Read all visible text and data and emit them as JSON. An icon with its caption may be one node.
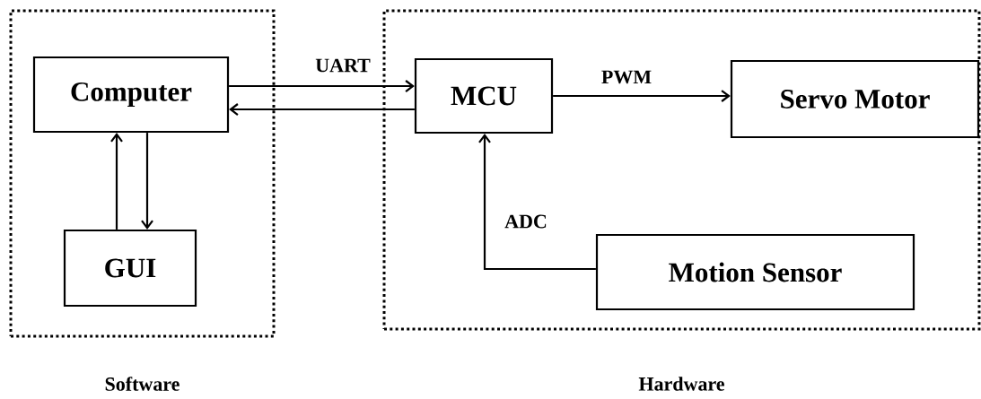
{
  "diagram": {
    "nodes": [
      {
        "text": [
          "Software"
        ]
      },
      {
        "text": [
          "Computer"
        ],
        "in": 0
      },
      {
        "text": [
          "GUI"
        ],
        "in": 0
      },
      {
        "text": [
          "Hardware"
        ]
      },
      {
        "text": [
          "MCU"
        ],
        "in": 3
      },
      {
        "text": [
          "Servo Motor"
        ],
        "in": 3
      },
      {
        "text": [
          "Motion Sensor"
        ],
        "in": 3
      }
    ],
    "edges": [
      {
        "from": 1,
        "to": 4,
        "arrow": "to",
        "label": "UART"
      },
      {
        "from": 4,
        "to": 1,
        "arrow": "to"
      },
      {
        "from": 2,
        "to": 1,
        "arrow": "to"
      },
      {
        "from": 1,
        "to": 2,
        "arrow": "to"
      },
      {
        "from": 4,
        "to": 5,
        "arrow": "to",
        "label": "PWM"
      },
      {
        "from": 6,
        "to": 4,
        "arrow": "to",
        "label": "ADC"
      }
    ]
  }
}
